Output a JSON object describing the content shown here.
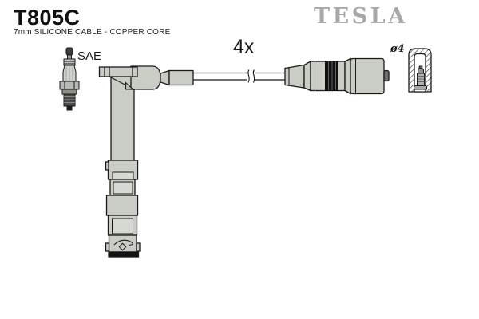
{
  "header": {
    "part_number": "T805C",
    "subtitle": "7mm SILICONE CABLE - COPPER CORE"
  },
  "brand": {
    "logo_text": "TESLA",
    "color": "#a8a8a8"
  },
  "diagram": {
    "quantity_label": "4x",
    "spark_plug_label": "SAE",
    "terminal_diameter_label": "ø4",
    "parts": [
      {
        "name": "spark-plug-icon"
      },
      {
        "name": "angled-spark-plug-boot"
      },
      {
        "name": "ignition-cable-with-break"
      },
      {
        "name": "coil-end-connector"
      },
      {
        "name": "terminal-boot-cross-section-icon"
      }
    ],
    "colors": {
      "part_fill": "#c9cdc6",
      "part_fill_light": "#d6d9d3",
      "outline": "#1a1a1a",
      "band_black": "#111111",
      "background": "#ffffff"
    }
  }
}
